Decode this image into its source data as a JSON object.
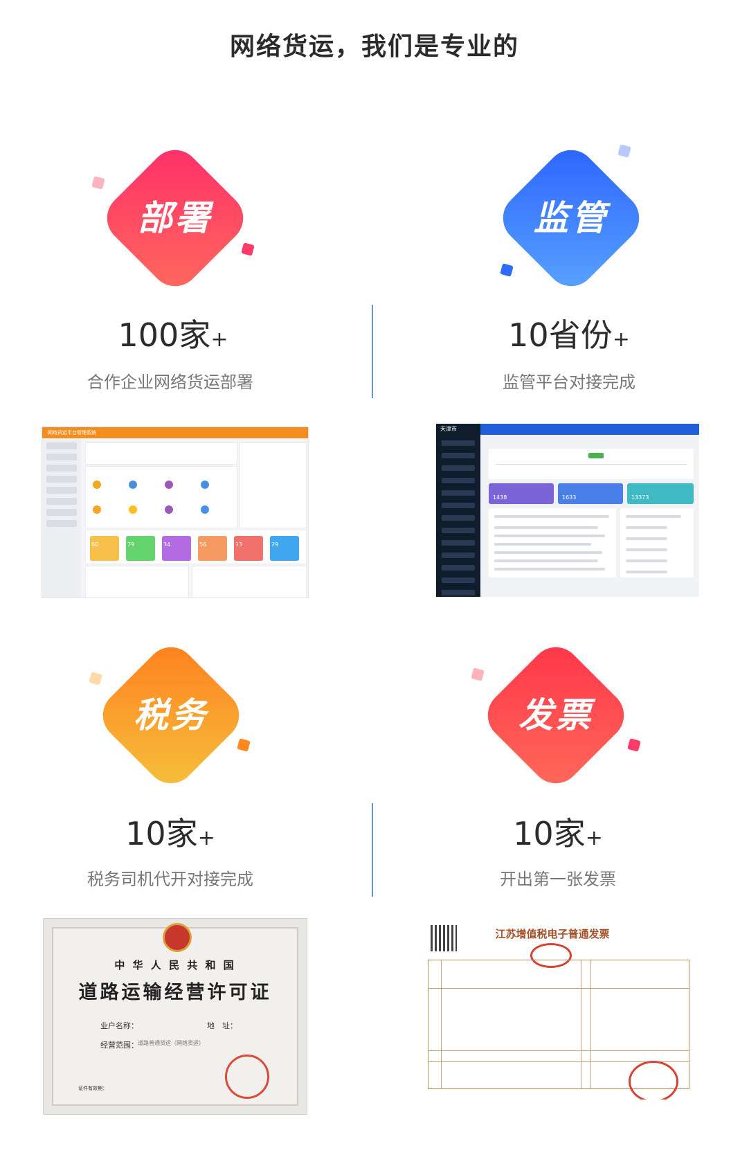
{
  "page": {
    "title": "网络货运，我们是专业的"
  },
  "features": [
    {
      "badge": "部署",
      "stat_number": "100家",
      "stat_plus": "+",
      "description": "合作企业网络货运部署",
      "gradient": [
        "#ff3a6b",
        "#ff6a5c"
      ]
    },
    {
      "badge": "监管",
      "stat_number": "10省份",
      "stat_plus": "+",
      "description": "监管平台对接完成",
      "gradient": [
        "#2f6bff",
        "#5aa0ff"
      ]
    },
    {
      "badge": "税务",
      "stat_number": "10家",
      "stat_plus": "+",
      "description": "税务司机代开对接完成",
      "gradient": [
        "#ff8a1e",
        "#f6b93a"
      ]
    },
    {
      "badge": "发票",
      "stat_number": "10家",
      "stat_plus": "+",
      "description": "开出第一张发票",
      "gradient": [
        "#ff3f52",
        "#ff6a5c"
      ]
    }
  ],
  "screenshots": {
    "deploy_platform": {
      "app_title": "网络货运平台管理系统",
      "tiles": [
        "60",
        "79",
        "34",
        "56",
        "13",
        "29"
      ]
    },
    "supervision_platform": {
      "city": "天津市",
      "stats": [
        "1438",
        "1633",
        "13373"
      ]
    },
    "certificate": {
      "country": "中 华 人 民 共 和 国",
      "name": "道路运输经营许可证",
      "owner_label": "业户名称：",
      "address_label": "地　址：",
      "scope_label": "经营范围：",
      "scope_value": "道路普通货运（网络货运）",
      "number_label": "证件有效期："
    },
    "invoice": {
      "title": "江苏增值税电子普通发票"
    }
  }
}
